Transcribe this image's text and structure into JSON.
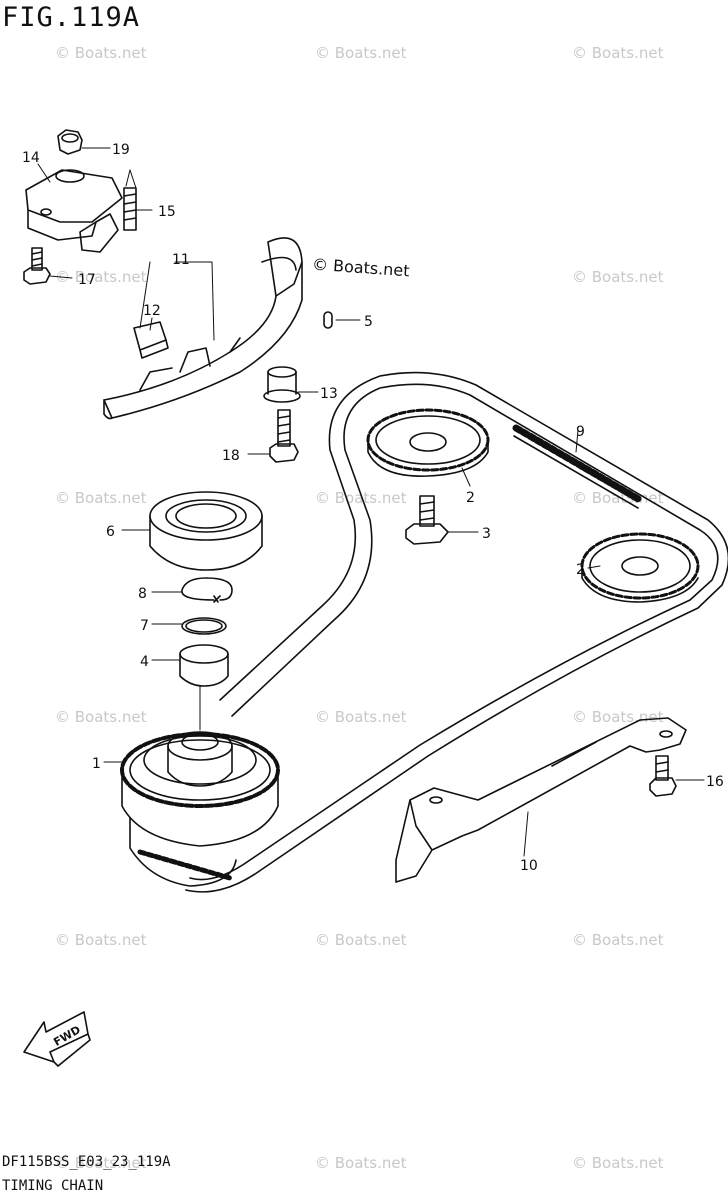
{
  "figure": {
    "title": "FIG.119A",
    "code": "DF115BSS_E03_23_119A",
    "name": "TIMING CHAIN"
  },
  "watermark": "© Boats.net",
  "watermark_big": "© Boats.net",
  "fwd_label": "FWD",
  "callouts": [
    "1",
    "2",
    "2",
    "3",
    "4",
    "5",
    "6",
    "7",
    "8",
    "9",
    "10",
    "11",
    "12",
    "13",
    "14",
    "15",
    "16",
    "17",
    "18",
    "19"
  ],
  "colors": {
    "line": "#111111",
    "watermark": "#c8c8c8"
  }
}
